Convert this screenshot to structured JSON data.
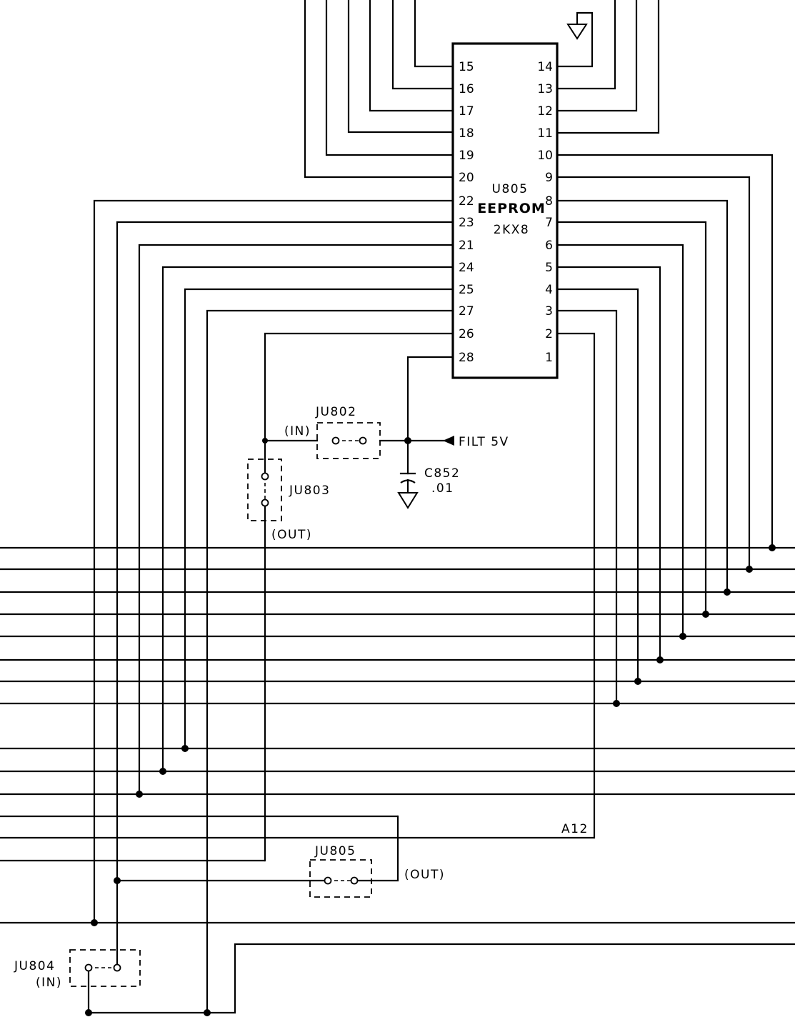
{
  "chip": {
    "ref": "U805",
    "type": "EEPROM",
    "size": "2KX8",
    "left_pins": [
      "15",
      "16",
      "17",
      "18",
      "19",
      "20",
      "22",
      "23",
      "21",
      "24",
      "25",
      "27",
      "26",
      "28"
    ],
    "right_pins": [
      "14",
      "13",
      "12",
      "11",
      "10",
      "9",
      "8",
      "7",
      "6",
      "5",
      "4",
      "3",
      "2",
      "1"
    ]
  },
  "jumpers": {
    "ju802": {
      "ref": "JU802",
      "state": "(IN)"
    },
    "ju803": {
      "ref": "JU803",
      "state": "(OUT)"
    },
    "ju804": {
      "ref": "JU804",
      "state": "(IN)"
    },
    "ju805": {
      "ref": "JU805",
      "state": "(OUT)"
    }
  },
  "power": {
    "label": "FILT 5V"
  },
  "capacitor": {
    "ref": "C852",
    "value": ".01"
  },
  "nets": {
    "a12": "A12"
  }
}
